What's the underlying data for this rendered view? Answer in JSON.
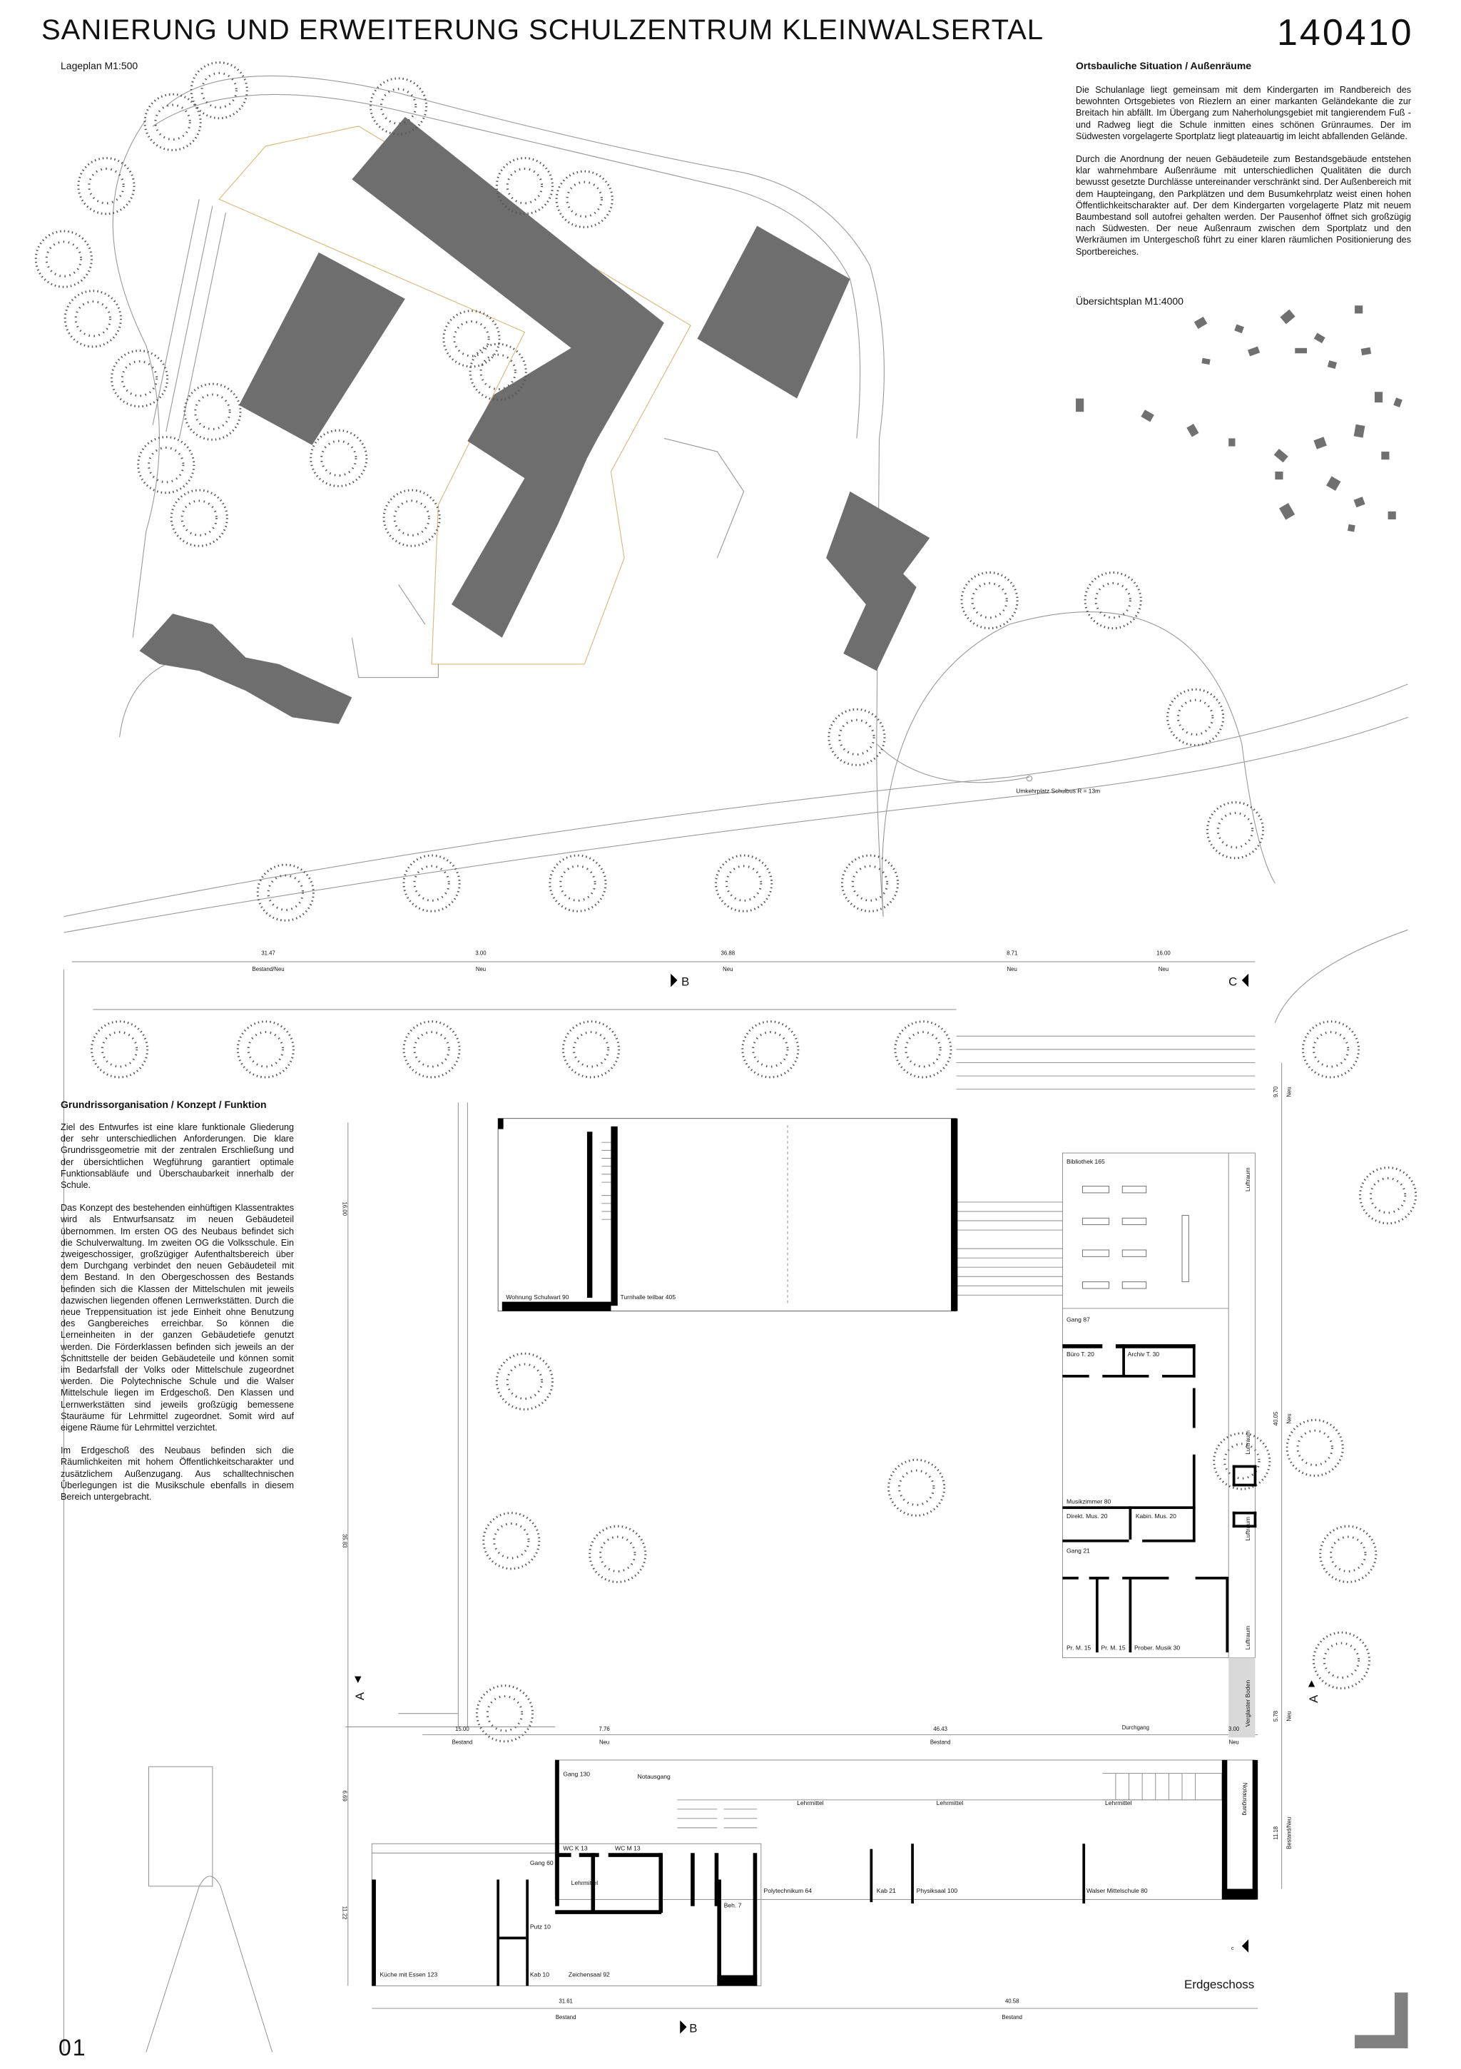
{
  "header": {
    "title": "SANIERUNG UND ERWEITERUNG SCHULZENTRUM KLEINWALSERTAL",
    "project_number": "140410"
  },
  "site_plan": {
    "label": "Lageplan M1:500",
    "bus_turnaround": "Umkehrplatz Schulbus R = 13m"
  },
  "urban_context": {
    "heading": "Ortsbauliche Situation / Außenräume",
    "paragraphs": [
      "Die Schulanlage liegt gemeinsam mit dem Kindergarten im Randbereich des bewohnten Ortsgebietes von Riezlern an einer markanten Geländekante die zur Breitach hin abfällt. Im Übergang zum Naherholungsgebiet mit tangierendem Fuß - und Radweg liegt die Schule inmitten eines schönen Grünraumes. Der im Südwesten vorgelagerte Sportplatz liegt plateauartig im leicht abfallenden Gelände.",
      "Durch die Anordnung der neuen Gebäudeteile zum Bestandsgebäude entstehen klar wahrnehmbare Außenräume mit unterschiedlichen Qualitäten die durch bewusst gesetzte Durchlässe untereinander verschränkt sind. Der Außenbereich mit dem Haupteingang, den Parkplätzen und dem Busumkehrplatz weist einen hohen Öffentlichkeitscharakter auf. Der dem Kindergarten vorgelagerte Platz mit neuem Baumbestand soll autofrei gehalten werden. Der Pausenhof öffnet sich großzügig nach Südwesten. Der neue Außenraum zwischen dem Sportplatz und den Werkräumen im Untergeschoß führt zu einer klaren räumlichen Positionierung des Sportbereiches."
    ],
    "overview_label": "Übersichtsplan M1:4000"
  },
  "concept": {
    "heading": "Grundrissorganisation / Konzept / Funktion",
    "paragraphs": [
      "Ziel des Entwurfes ist eine klare funktionale Gliederung der sehr unterschiedlichen Anforderungen. Die klare Grundrissgeometrie mit der zentralen Erschließung und der übersichtlichen Wegführung garantiert optimale Funktionsabläufe und Überschaubarkeit innerhalb der Schule.",
      "Das Konzept des bestehenden einhüftigen Klassentraktes wird als Entwurfsansatz im neuen Gebäudeteil übernommen. Im ersten OG des Neubaus befindet sich die Schulverwaltung. Im zweiten OG die Volksschule. Ein zweigeschossiger, großzügiger Aufenthaltsbereich über dem Durchgang verbindet den neuen Gebäudeteil mit dem Bestand. In den Obergeschossen des Bestands befinden sich die Klassen der Mittelschulen mit jeweils dazwischen liegenden offenen Lernwerkstätten. Durch die neue Treppensituation ist jede Einheit ohne Benutzung des Gangbereiches erreichbar. So können die Lerneinheiten in der ganzen Gebäudetiefe genutzt werden. Die Förderklassen befinden sich jeweils an der Schnittstelle der beiden Gebäudeteile und können somit im Bedarfsfall der Volks oder Mittelschule zugeordnet werden. Die Polytechnische Schule und die Walser Mittelschule liegen im Erdgeschoß. Den Klassen und Lernwerkstätten sind jeweils großzügig bemessene Stauräume für Lehrmittel zugeordnet. Somit wird auf eigene Räume für Lehrmittel verzichtet.",
      "Im Erdgeschoß des Neubaus befinden sich die Räumlichkeiten mit hohem Öffentlichkeitscharakter und zusätzlichem Außenzugang. Aus schalltechnischen Überlegungen ist die Musikschule ebenfalls in diesem Bereich untergebracht."
    ]
  },
  "floor_plan": {
    "title": "Erdgeschoss",
    "sections": {
      "b": "B",
      "c": "C",
      "a": "A",
      "c_small": "c"
    },
    "dims_top": [
      {
        "value": "31.47",
        "note": "Bestand/Neu"
      },
      {
        "value": "3.00",
        "note": "Neu"
      },
      {
        "value": "36.88",
        "note": "Neu"
      },
      {
        "value": "8.71",
        "note": "Neu"
      },
      {
        "value": "16.00",
        "note": "Neu"
      }
    ],
    "dims_middle": [
      {
        "value": "15.00",
        "note": "Bestand"
      },
      {
        "value": "7.76",
        "note": "Neu"
      },
      {
        "value": "46.43",
        "note": "Bestand"
      },
      {
        "value": "Durchgang",
        "note": ""
      },
      {
        "value": "3.00",
        "note": "Neu"
      }
    ],
    "dims_bottom": [
      {
        "value": "31.61",
        "note": "Bestand"
      },
      {
        "value": "40.58",
        "note": "Bestand"
      }
    ],
    "dims_left": [
      "16.00",
      "35.83",
      "6.69",
      "11.22"
    ],
    "dims_right": [
      {
        "value": "9.70",
        "note": "Neu"
      },
      {
        "value": "40.05",
        "note": "Neu"
      },
      {
        "value": "5.78",
        "note": "Neu"
      },
      {
        "value": "11.18",
        "note": "Bestand/Neu"
      }
    ],
    "rooms": {
      "wohnung": "Wohnung Schulwart 90",
      "turnhalle": "Turnhalle teilbar 405",
      "bibliothek": "Bibliothek 165",
      "gang87": "Gang 87",
      "buero": "Büro T. 20",
      "archiv": "Archiv T. 30",
      "musikzimmer": "Musikzimmer 80",
      "direkt": "Direkt. Mus. 20",
      "kabin": "Kabin. Mus. 20",
      "gang21": "Gang 21",
      "prm1": "Pr. M. 15",
      "prm2": "Pr. M. 15",
      "prober": "Prober. Musik 30",
      "luftraum1": "Luftraum",
      "luftraum2": "Luftraum",
      "luftraum3": "Luftraum",
      "luftraum4": "Luftraum",
      "verglast": "Verglaster Boden",
      "gang130": "Gang 130",
      "notausgang": "Notausgang",
      "notausgang2": "Notausgang",
      "lehrmittel1": "Lehrmittel",
      "lehrmittel2": "Lehrmittel",
      "lehrmittel3": "Lehrmittel",
      "lehrmittel4": "Lehrmittel",
      "wck": "WC K 13",
      "wcm": "WC M 13",
      "gang60": "Gang 60",
      "poly": "Polytechnikum 64",
      "kab21": "Kab 21",
      "physik": "Physiksaal 100",
      "walser": "Walser Mittelschule 80",
      "beh": "Beh. 7",
      "putz": "Putz 10",
      "kueche": "Küche mit Essen 123",
      "kab10": "Kab 10",
      "zeichen": "Zeichensaal 92"
    }
  },
  "sheet_number": "01",
  "colors": {
    "building": "#6e6e6e",
    "wall": "#000000",
    "line": "#8a8a8a",
    "glass": "#d9d9d9",
    "existing_outline": "#d8b878"
  }
}
